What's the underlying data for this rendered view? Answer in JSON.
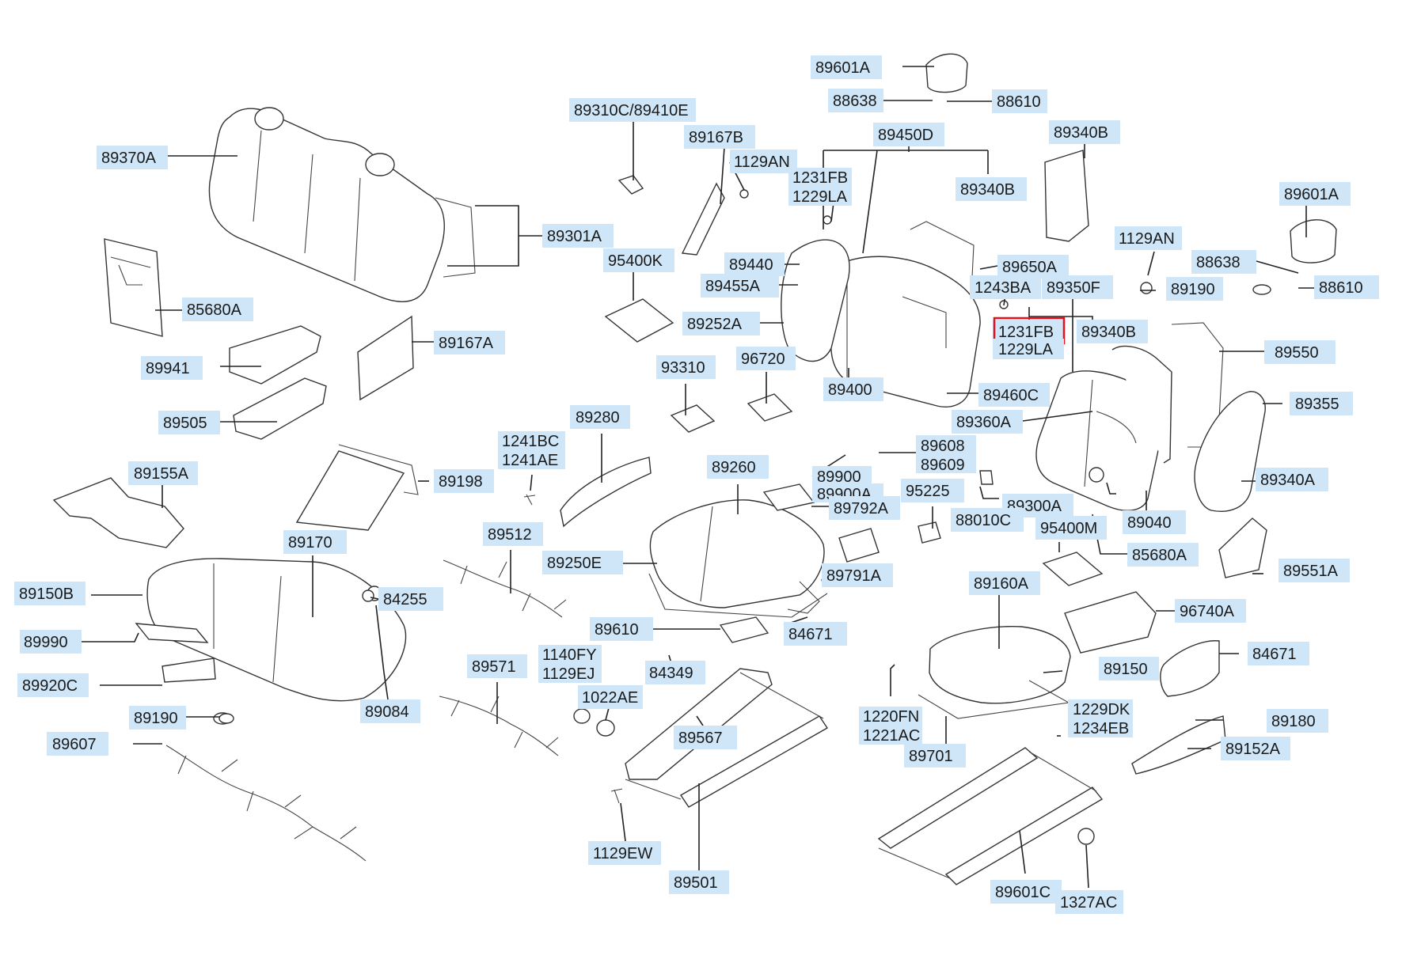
{
  "diagram": {
    "labels": [
      "89601A",
      "88638",
      "88610",
      "89310C/89410E",
      "89167B",
      "1129AN",
      "89450D",
      "89340B",
      "89370A",
      "1231FB",
      "1229LA",
      "89340B",
      "89601A",
      "89301A",
      "1129AN",
      "95400K",
      "89440",
      "89650A",
      "88638",
      "88610",
      "89455A",
      "1243BA",
      "89350F",
      "89190",
      "85680A",
      "89252A",
      "1231FB",
      "89340B",
      "1229LA",
      "89550",
      "89941",
      "89167A",
      "93310",
      "96720",
      "89400",
      "89460C",
      "89355",
      "89505",
      "89360A",
      "89608",
      "89609",
      "89280",
      "1241BC",
      "1241AE",
      "89155A",
      "89260",
      "89900",
      "89198",
      "89900A",
      "95225",
      "89340A",
      "89792A",
      "89300A",
      "89040",
      "88010C",
      "95400M",
      "89512",
      "89170",
      "85680A",
      "89250E",
      "89791A",
      "89551A",
      "89150B",
      "84255",
      "89160A",
      "96740A",
      "89610",
      "84671",
      "89990",
      "1140FY",
      "84671",
      "1129EJ",
      "89571",
      "84349",
      "89150",
      "89920C",
      "1022AE",
      "89190",
      "89084",
      "1229DK",
      "89180",
      "1220FN",
      "89567",
      "89607",
      "1234EB",
      "89152A",
      "1221AC",
      "89701",
      "1129EW",
      "89601C",
      "89501",
      "1327AC"
    ]
  }
}
